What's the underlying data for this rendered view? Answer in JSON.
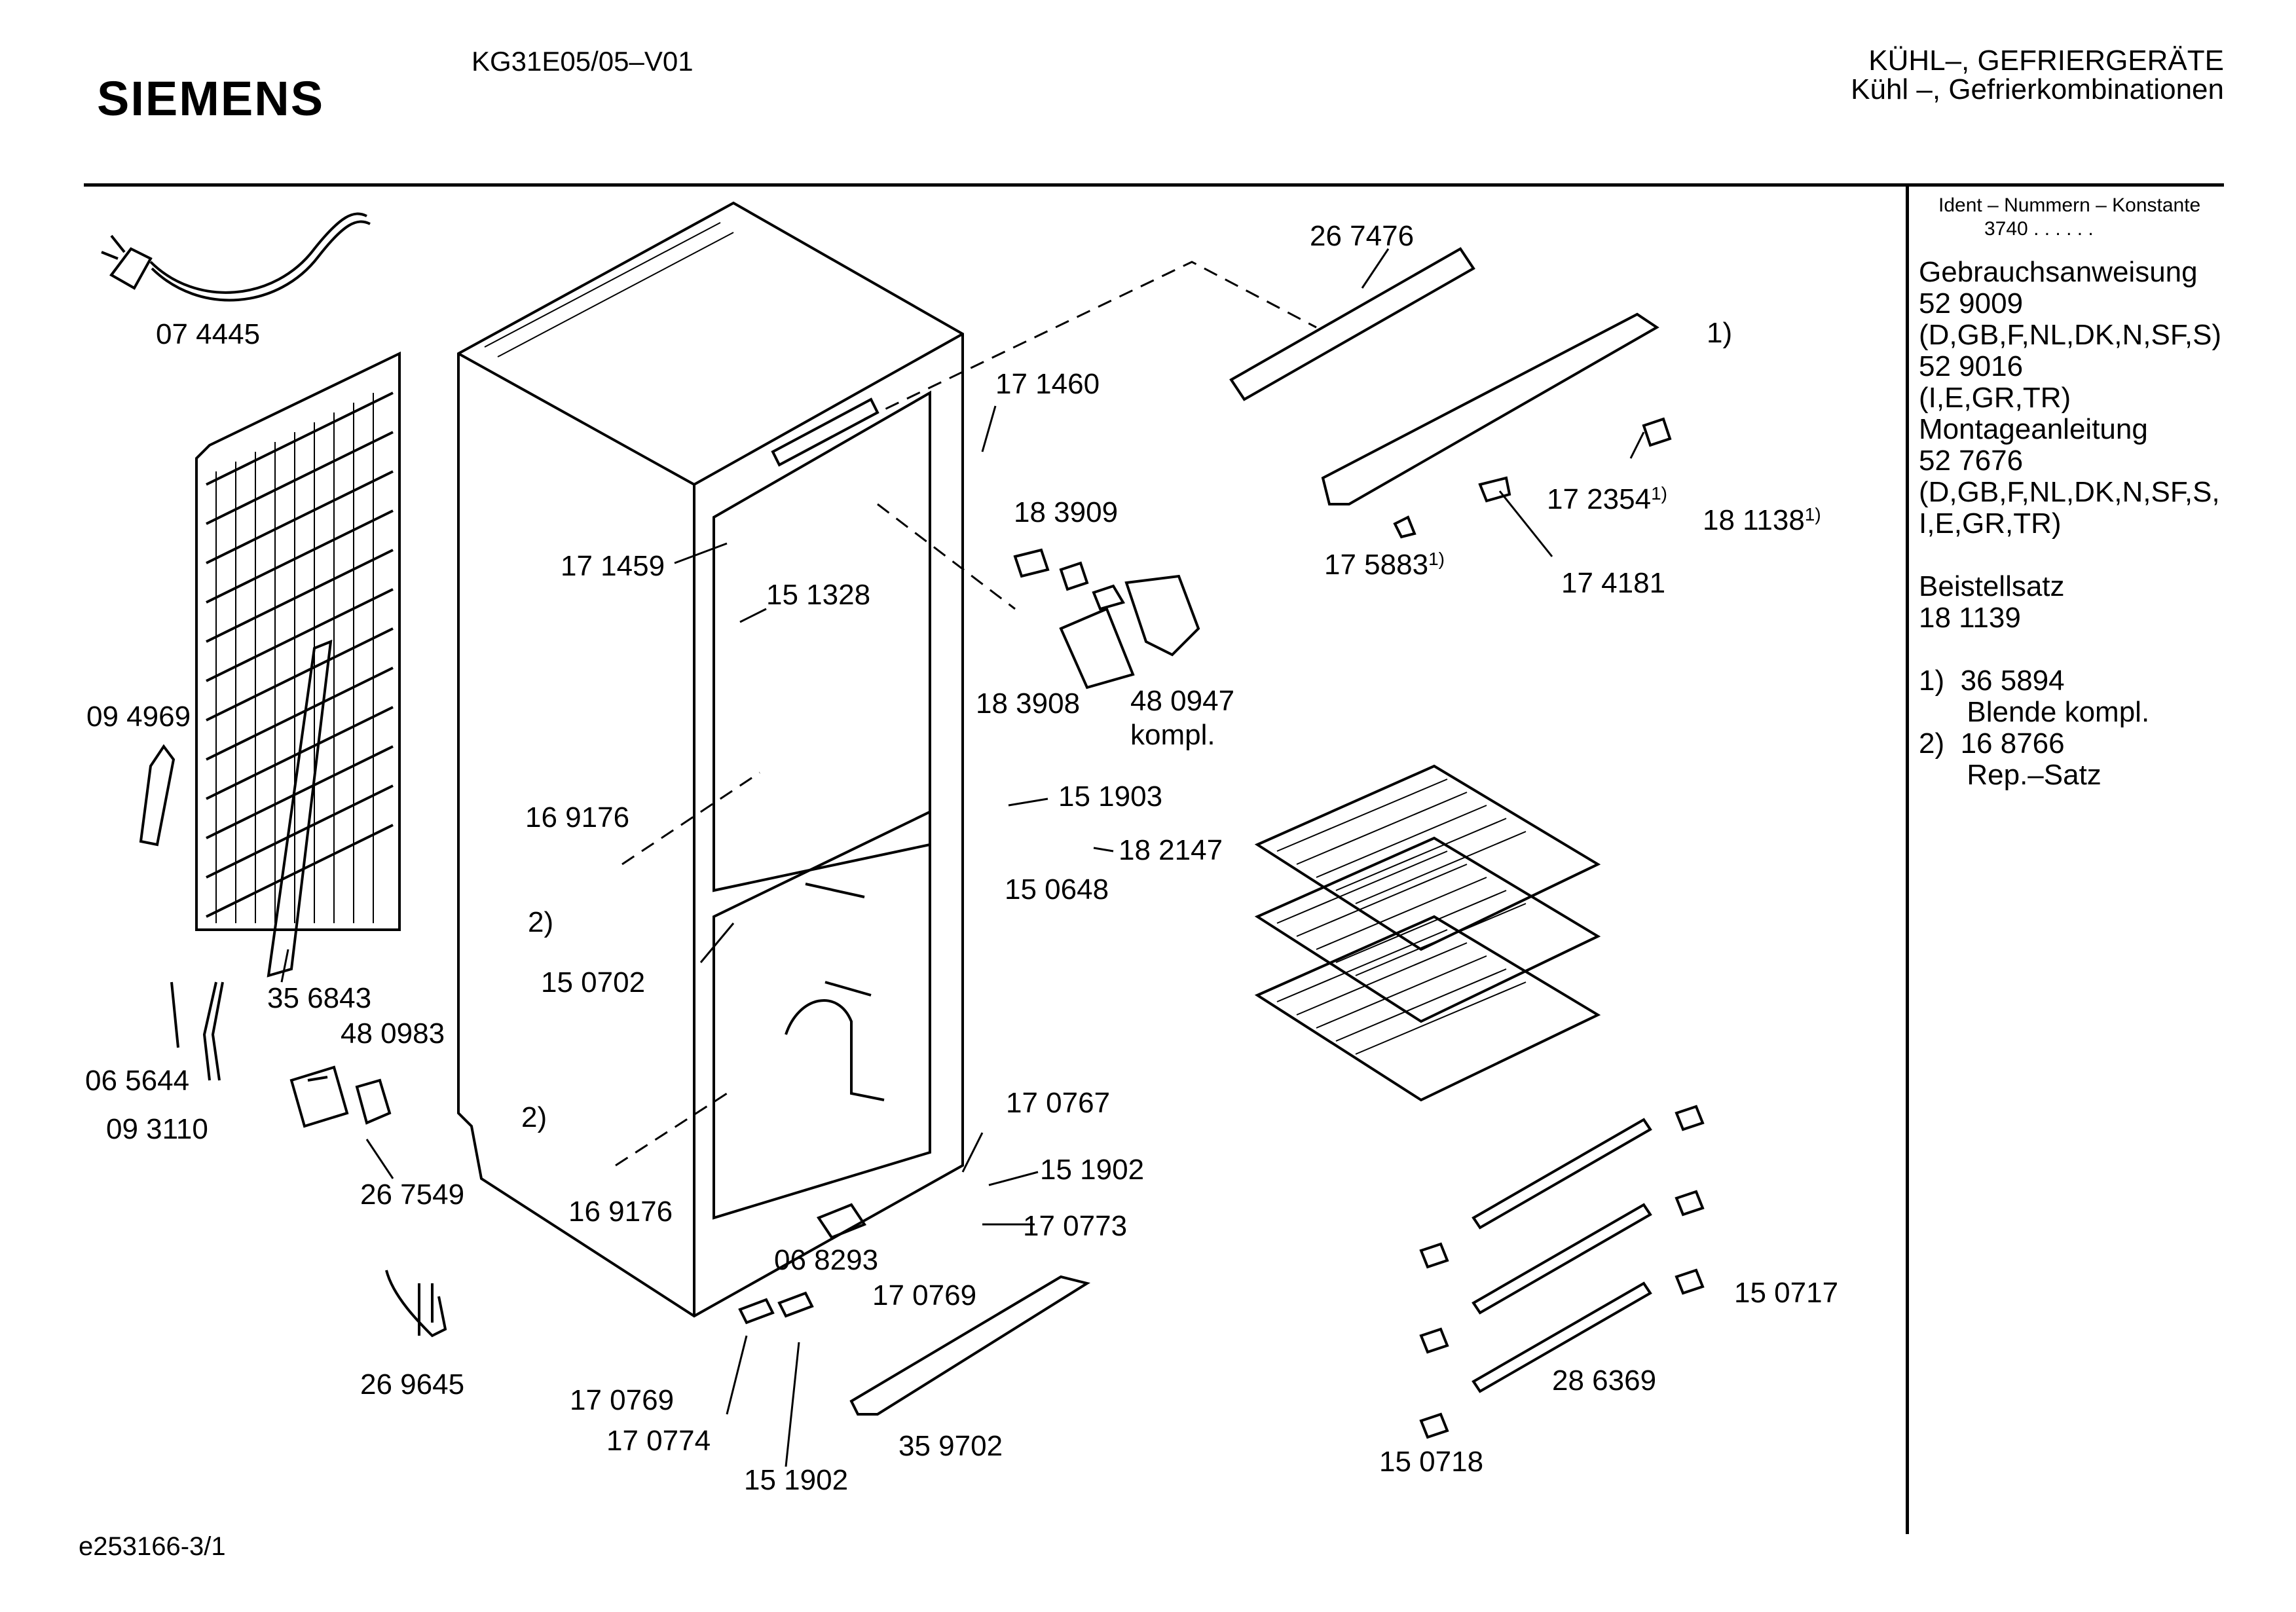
{
  "header": {
    "brand": "SIEMENS",
    "model": "KG31E05/05–V01",
    "category_line1": "KÜHL–, GEFRIERGERÄTE",
    "category_line2": "Kühl –, Gefrierkombinationen"
  },
  "sidebar": {
    "ident_title": "Ident – Nummern – Konstante",
    "ident_value": "3740  .  .   .  .  .  .",
    "lines": [
      "Gebrauchsanweisung",
      "52 9009",
      "(D,GB,F,NL,DK,N,SF,S)",
      "52 9016",
      "(I,E,GR,TR)",
      "Montageanleitung",
      "52 7676",
      "(D,GB,F,NL,DK,N,SF,S,",
      "I,E,GR,TR)",
      "",
      "Beistellsatz",
      "18 1139",
      "",
      "1)  36 5894",
      "      Blende kompl.",
      "2)  16 8766",
      "      Rep.–Satz"
    ]
  },
  "parts": {
    "p074445": "07 4445",
    "p094969": "09 4969",
    "p356843": "35 6843",
    "p065644": "06 5644",
    "p093110": "09 3110",
    "p480983": "48 0983",
    "p267549": "26 7549",
    "p269645": "26 9645",
    "p171459": "17 1459",
    "p151328": "15 1328",
    "p171460": "17 1460",
    "p183909": "18 3909",
    "p183908": "18 3908",
    "p480947": "48 0947",
    "kompl": "kompl.",
    "p169176a": "16 9176",
    "p169176b": "16 9176",
    "two_a": "2)",
    "two_b": "2)",
    "p150702": "15 0702",
    "p151903": "15 1903",
    "p182147": "18 2147",
    "p150648": "15 0648",
    "p170767": "17 0767",
    "p151902a": "15 1902",
    "p170773": "17 0773",
    "p068293": "06 8293",
    "p170769a": "17 0769",
    "p170769b": "17 0769",
    "p170774": "17 0774",
    "p151902b": "15 1902",
    "p359702": "35 9702",
    "p267476": "26 7476",
    "one": "1)",
    "p172354": "17 2354",
    "p181138": "18 1138",
    "p175883": "17 5883",
    "p174181": "17 4181",
    "sup1": "1)",
    "p150717": "15 0717",
    "p286369": "28 6369",
    "p150718": "15 0718"
  },
  "footer": {
    "code": "e253166-3/1"
  }
}
